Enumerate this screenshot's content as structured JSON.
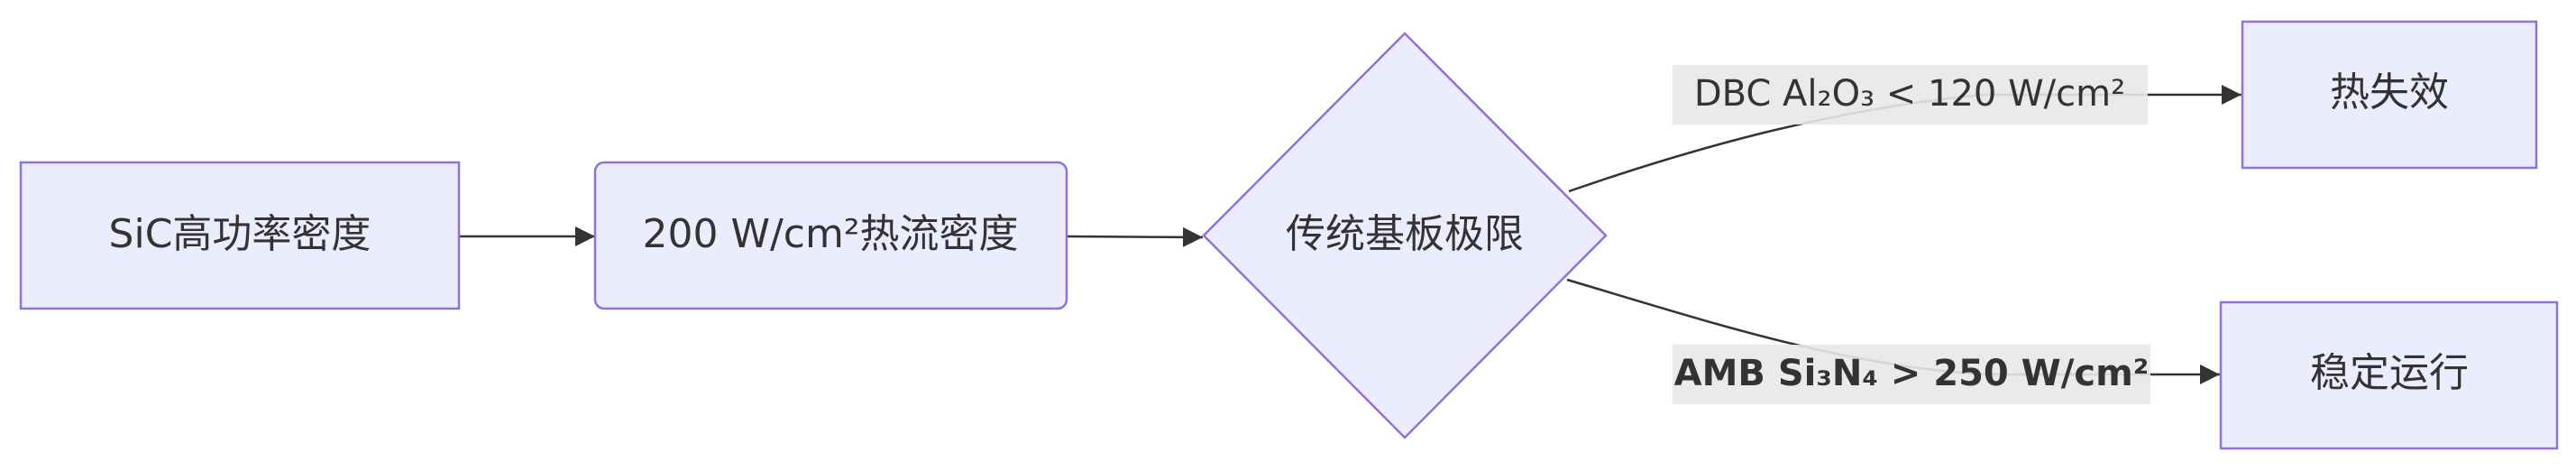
{
  "diagram": {
    "type": "flowchart",
    "direction": "left-to-right",
    "colors": {
      "node_fill": "#ECECFF",
      "node_stroke": "#9370DB",
      "edge": "#333333",
      "text": "#333333",
      "edge_label_bg": "#E8E8E8"
    },
    "nodes": {
      "sic": "SiC高功率密度",
      "heatflux": "200 W/cm²热流密度",
      "decision": "传统基板极限",
      "failure": "热失效",
      "stable": "稳定运行"
    },
    "edges": {
      "dbc_label": "DBC Al₂O₃  < 120 W/cm²",
      "amb_label": "AMB Si₃N₄  > 250 W/cm²"
    }
  }
}
